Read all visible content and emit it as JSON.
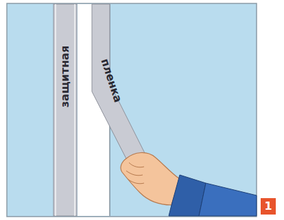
{
  "diagram": {
    "labels": [
      "защитная",
      "пленка",
      "1"
    ]
  }
}
